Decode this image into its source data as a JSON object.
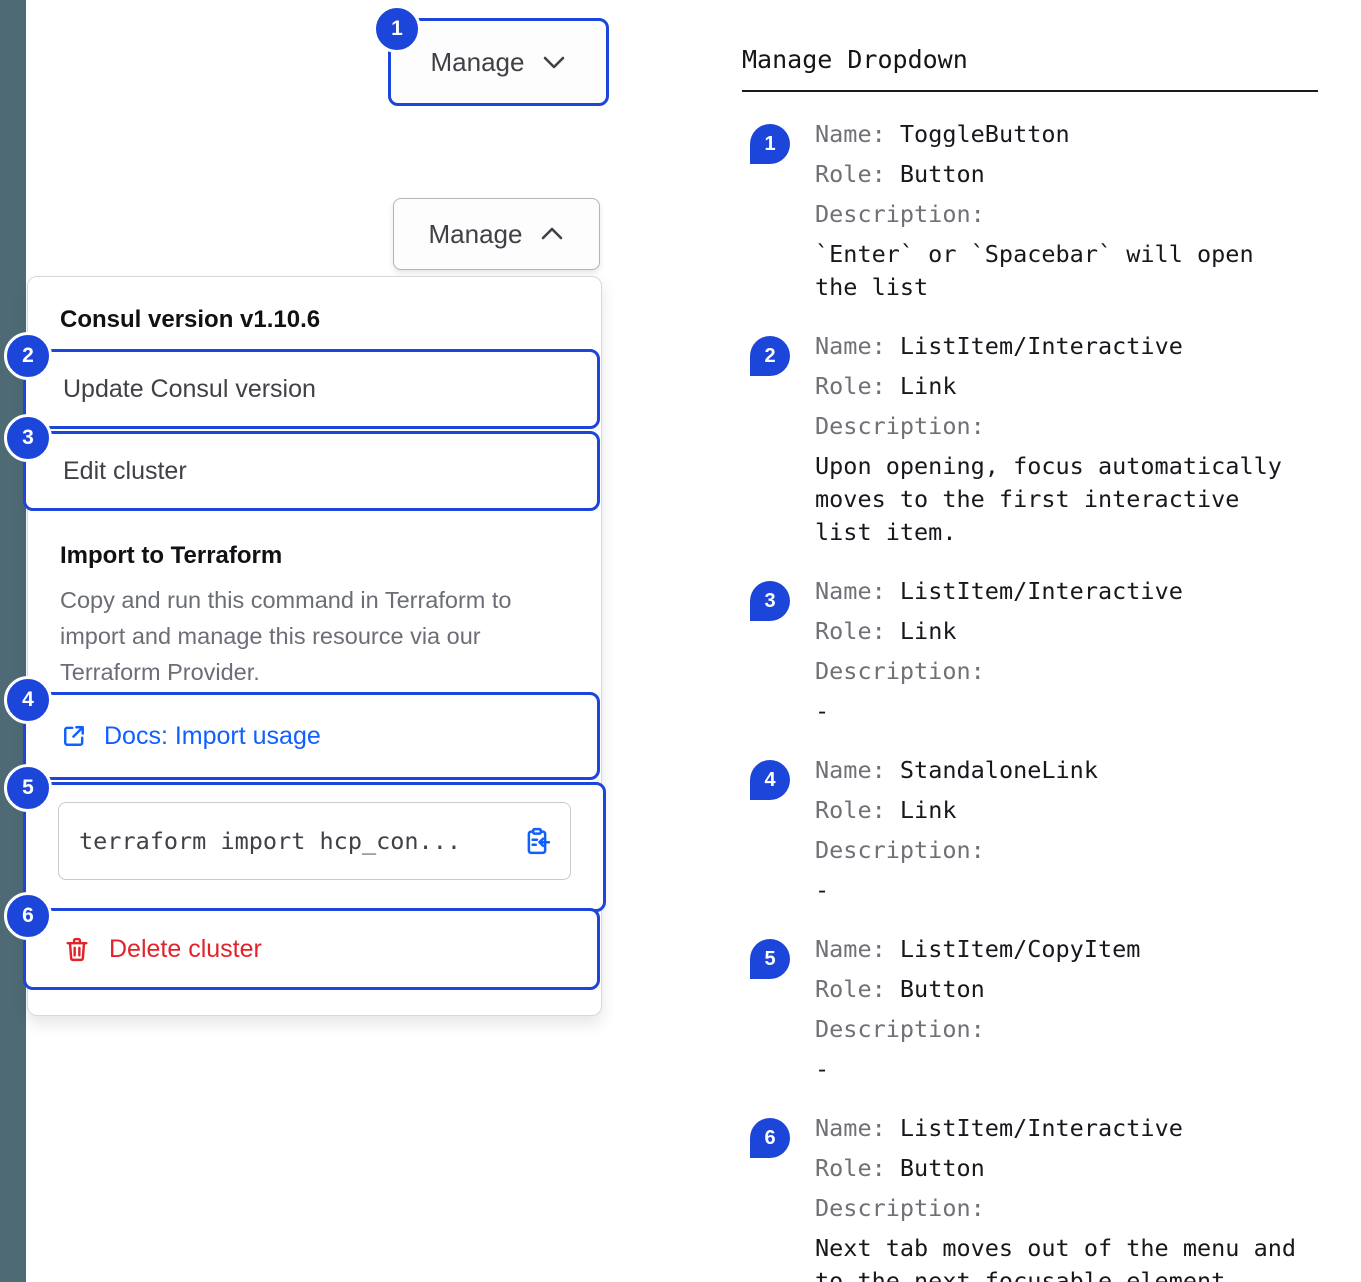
{
  "colors": {
    "annotation_blue": "#1c45d9",
    "link_blue": "#1060ff",
    "danger_red": "#e1232a",
    "strip_slate": "#4d6a75"
  },
  "toggle_button": {
    "label": "Manage",
    "badge": "1"
  },
  "toggle_button_open": {
    "label": "Manage"
  },
  "dropdown": {
    "version_header": "Consul version v1.10.6",
    "items": [
      {
        "badge": "2",
        "label": "Update Consul version"
      },
      {
        "badge": "3",
        "label": "Edit cluster"
      }
    ],
    "import_section": {
      "title": "Import to Terraform",
      "description": "Copy and run this command in Terraform to import and manage this resource via our Terraform Provider."
    },
    "docs_link": {
      "badge": "4",
      "label": "Docs: Import usage"
    },
    "copy_item": {
      "badge": "5",
      "code": "terraform import hcp_con..."
    },
    "delete_item": {
      "badge": "6",
      "label": "Delete cluster"
    }
  },
  "legend": {
    "title": "Manage Dropdown",
    "name_label": "Name:",
    "role_label": "Role:",
    "description_label": "Description:",
    "items": [
      {
        "badge": "1",
        "name": "ToggleButton",
        "role": "Button",
        "description": "`Enter` or `Spacebar` will open the list"
      },
      {
        "badge": "2",
        "name": "ListItem/Interactive",
        "role": "Link",
        "description": "Upon opening, focus automatically moves to the first interactive list item."
      },
      {
        "badge": "3",
        "name": "ListItem/Interactive",
        "role": "Link",
        "description": "-"
      },
      {
        "badge": "4",
        "name": "StandaloneLink",
        "role": "Link",
        "description": "-"
      },
      {
        "badge": "5",
        "name": "ListItem/CopyItem",
        "role": "Button",
        "description": "-"
      },
      {
        "badge": "6",
        "name": "ListItem/Interactive",
        "role": "Button",
        "description": "Next tab moves out of the menu and to the next focusable element"
      }
    ]
  }
}
